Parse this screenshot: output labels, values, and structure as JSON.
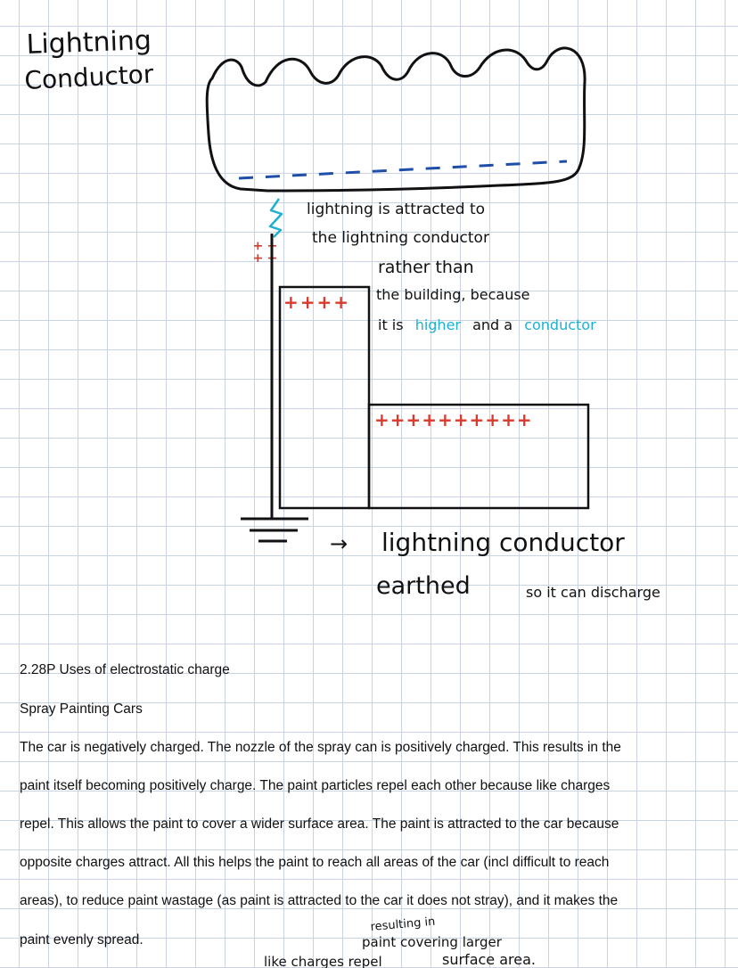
{
  "diagram": {
    "title_line1": "Lightning",
    "title_line2": "Conductor",
    "attract_lines": [
      "lightning is attracted to",
      "the lightning conductor",
      "rather than",
      "the building, because"
    ],
    "reason_prefix": "it is",
    "reason_higher": "higher",
    "reason_and": "and a",
    "reason_conductor": "conductor",
    "tall_building_charges": "++++",
    "wide_building_charges": "++++++++++",
    "rod_charges": [
      "++",
      "++"
    ],
    "earth_arrow": "→",
    "earth_label_line1": "lightning conductor",
    "earth_label_line2": "earthed",
    "earth_label_line2b": "so it can discharge",
    "colors": {
      "ink": "#111111",
      "red": "#d93a2b",
      "blue": "#1e4ea8",
      "cyan": "#1fb0d0",
      "grid": "#c9d3e3"
    }
  },
  "notes": {
    "heading": "2.28P Uses of electrostatic charge",
    "subheading": "Spray Painting Cars",
    "lines": [
      "The car is negatively charged. The nozzle of the spray can is positively charged. This results in the",
      "paint itself becoming positively charge. The paint particles repel each other because like charges",
      "repel. This allows the paint to cover a wider surface area. The paint is attracted to the car because",
      "opposite charges attract. All this helps the paint to reach all areas of the car (incl difficult to reach",
      "areas), to reduce paint wastage (as paint is attracted to the car it does not stray), and it makes the",
      "paint evenly spread."
    ],
    "annotation": [
      "resulting in",
      "paint covering larger",
      "like charges repel",
      "surface area."
    ]
  }
}
